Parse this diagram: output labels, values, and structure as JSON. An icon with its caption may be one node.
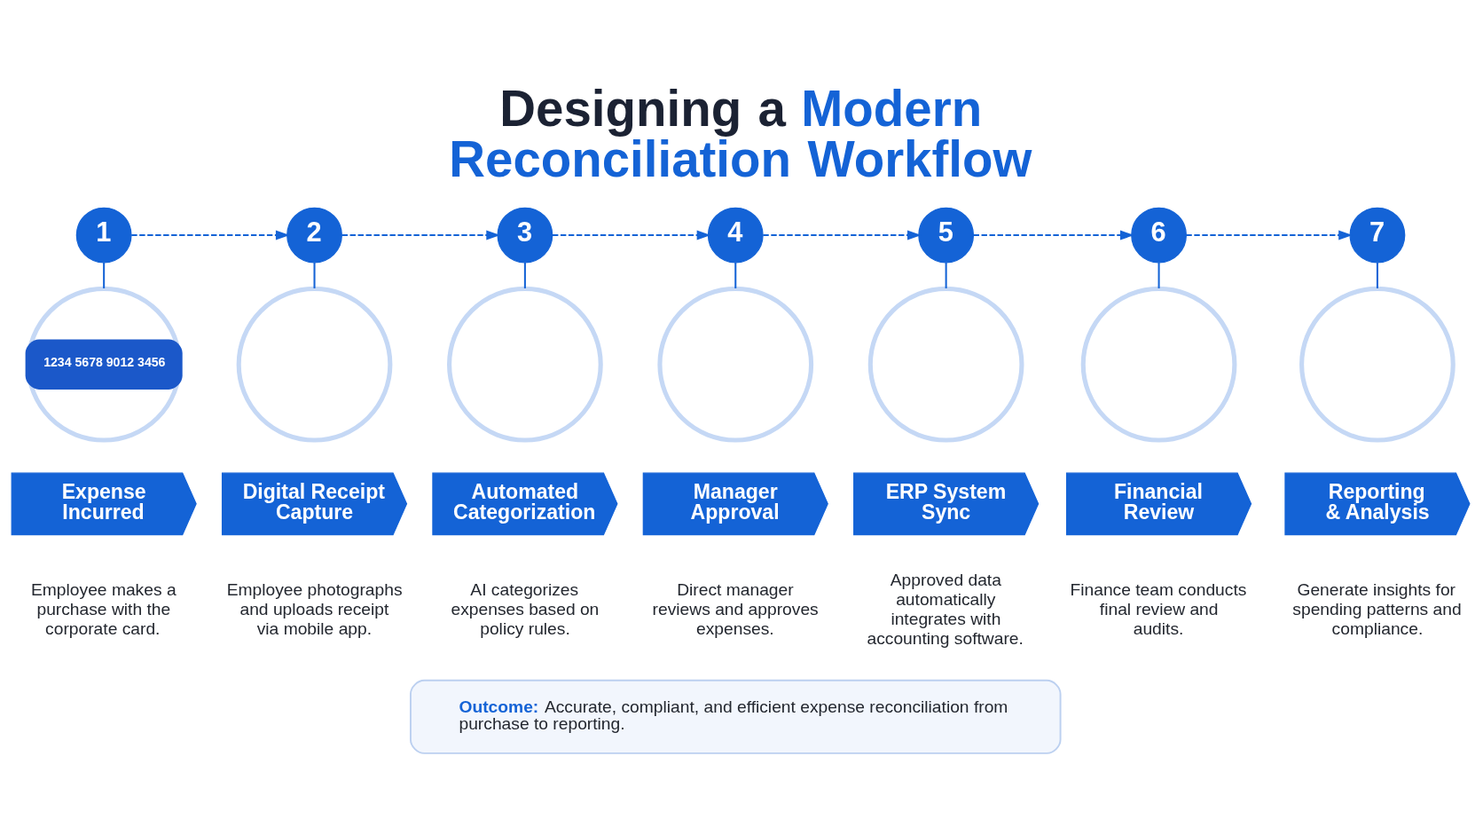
{
  "diagram": {
    "title": "Designing a Modern Reconciliation Workflow",
    "nodes": [
      {
        "text": [
          "1"
        ]
      },
      {
        "text": [
          "2"
        ]
      },
      {
        "text": [
          "3"
        ]
      },
      {
        "text": [
          "4"
        ]
      },
      {
        "text": [
          "5"
        ]
      },
      {
        "text": [
          "6"
        ]
      },
      {
        "text": [
          "7"
        ]
      },
      {
        "text": [
          "1234 5678 9012 3456"
        ]
      },
      {
        "text": [],
        "shape": "circle"
      },
      {
        "text": [],
        "shape": "circle"
      },
      {
        "text": [],
        "shape": "circle"
      },
      {
        "text": [],
        "shape": "circle"
      },
      {
        "text": [],
        "shape": "circle"
      },
      {
        "text": [],
        "shape": "circle"
      },
      {
        "text": [
          "Expense Incurred"
        ],
        "beside": [
          "Employee makes a purchase with the corporate card."
        ]
      },
      {
        "text": [
          "Digital Receipt Capture"
        ],
        "beside": [
          "Employee photographs and uploads receipt via mobile app."
        ]
      },
      {
        "text": [
          "Automated Categorization"
        ],
        "beside": [
          "AI categorizes expenses based on policy rules."
        ]
      },
      {
        "text": [
          "Manager Approval"
        ],
        "beside": [
          "Direct manager reviews and approves expenses."
        ]
      },
      {
        "text": [
          "ERP System Sync"
        ],
        "beside": [
          "Approved data automatically integrates with accounting software."
        ]
      },
      {
        "text": [
          "Financial Review"
        ],
        "beside": [
          "Finance team conducts final review and audits."
        ]
      },
      {
        "text": [
          "Reporting & Analysis"
        ],
        "beside": [
          "Generate insights for spending patterns and compliance."
        ]
      },
      {
        "text": [
          "Outcome:",
          "Accurate, compliant, and efficient expense reconciliation from purchase to reporting."
        ]
      }
    ],
    "edges": [
      {
        "from": 0,
        "to": 1,
        "arrow": "to",
        "style": "dashed"
      },
      {
        "from": 1,
        "to": 2,
        "arrow": "to",
        "style": "dashed"
      },
      {
        "from": 2,
        "to": 3,
        "arrow": "to",
        "style": "dashed"
      },
      {
        "from": 3,
        "to": 4,
        "arrow": "to",
        "style": "dashed"
      },
      {
        "from": 4,
        "to": 5,
        "arrow": "to",
        "style": "dashed"
      },
      {
        "from": 5,
        "to": 6,
        "arrow": "to",
        "style": "dashed"
      },
      {
        "from": 0,
        "to": 7,
        "arrow": "none"
      },
      {
        "from": 1,
        "to": 8,
        "arrow": "none"
      },
      {
        "from": 2,
        "to": 9,
        "arrow": "none"
      },
      {
        "from": 3,
        "to": 10,
        "arrow": "none"
      },
      {
        "from": 4,
        "to": 11,
        "arrow": "none"
      },
      {
        "from": 5,
        "to": 12,
        "arrow": "none"
      },
      {
        "from": 6,
        "to": 13,
        "arrow": "none"
      }
    ]
  }
}
